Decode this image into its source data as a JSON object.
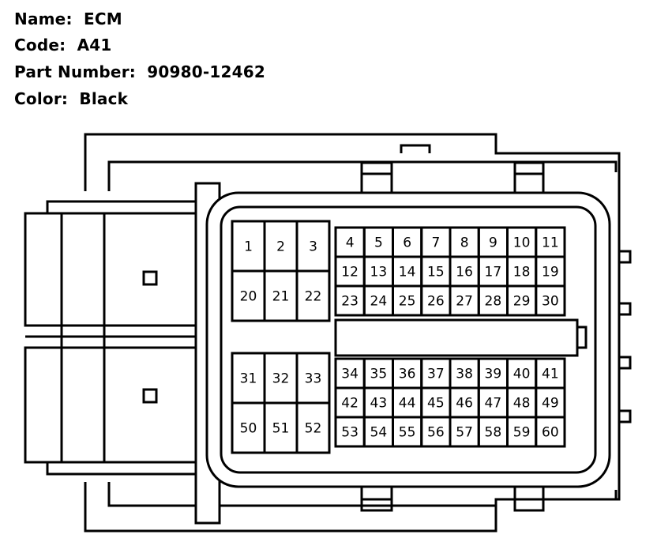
{
  "header": {
    "name": "Name:  ECM",
    "code": "Code:  A41",
    "part_number": "Part Number:  90980-12462",
    "color": "Color:  Black"
  },
  "pins": {
    "a_row1": [
      "1",
      "2",
      "3"
    ],
    "a_row2": [
      "20",
      "21",
      "22"
    ],
    "b_row1": [
      "4",
      "5",
      "6",
      "7",
      "8",
      "9",
      "10",
      "11"
    ],
    "b_row2": [
      "12",
      "13",
      "14",
      "15",
      "16",
      "17",
      "18",
      "19"
    ],
    "b_row3": [
      "23",
      "24",
      "25",
      "26",
      "27",
      "28",
      "29",
      "30"
    ],
    "c_row1": [
      "31",
      "32",
      "33"
    ],
    "c_row2": [
      "50",
      "51",
      "52"
    ],
    "d_row1": [
      "34",
      "35",
      "36",
      "37",
      "38",
      "39",
      "40",
      "41"
    ],
    "d_row2": [
      "42",
      "43",
      "44",
      "45",
      "46",
      "47",
      "48",
      "49"
    ],
    "d_row3": [
      "53",
      "54",
      "55",
      "56",
      "57",
      "58",
      "59",
      "60"
    ]
  }
}
